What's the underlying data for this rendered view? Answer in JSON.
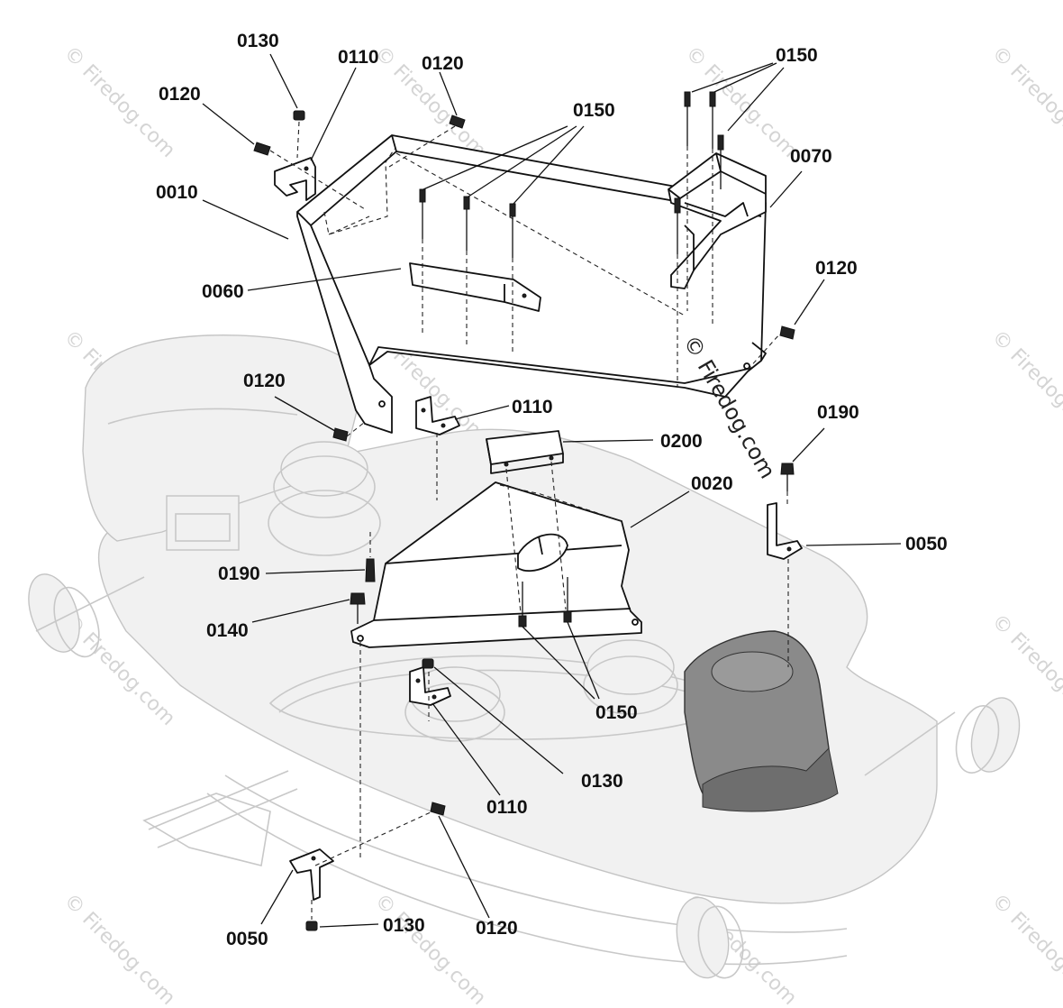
{
  "watermark": {
    "text": "© Firedog.com"
  },
  "callouts": {
    "c0130_top": "0130",
    "c0110_top": "0110",
    "c0120_top_mid": "0120",
    "c0120_top_left": "0120",
    "c0150_top_mid": "0150",
    "c0150_top_right": "0150",
    "c0070": "0070",
    "c0010": "0010",
    "c0060": "0060",
    "c0120_right": "0120",
    "c0120_left": "0120",
    "c0110_mid": "0110",
    "c0200": "0200",
    "c0190_right": "0190",
    "c0020": "0020",
    "c0050_right": "0050",
    "c0190_left": "0190",
    "c0140": "0140",
    "c0150_bottom": "0150",
    "c0130_bottom_mid": "0130",
    "c0110_bottom": "0110",
    "c0120_bottom": "0120",
    "c0050_left": "0050",
    "c0130_bottom_left": "0130"
  }
}
